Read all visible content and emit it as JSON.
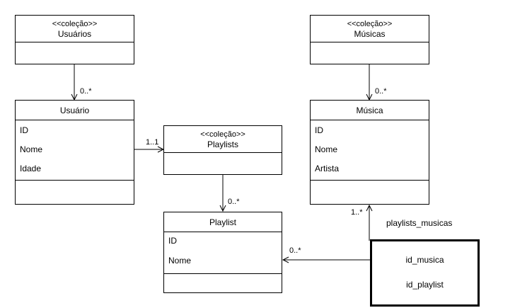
{
  "classes": {
    "usuarios_collection": {
      "stereotype": "<<coleção>>",
      "name": "Usuários"
    },
    "musicas_collection": {
      "stereotype": "<<coleção>>",
      "name": "Músicas"
    },
    "usuario": {
      "name": "Usuário",
      "attributes": [
        "ID",
        "Nome",
        "Idade"
      ]
    },
    "playlists_collection": {
      "stereotype": "<<coleção>>",
      "name": "Playlists"
    },
    "musica": {
      "name": "Música",
      "attributes": [
        "ID",
        "Nome",
        "Artista"
      ]
    },
    "playlist": {
      "name": "Playlist",
      "attributes": [
        "ID",
        "Nome"
      ]
    }
  },
  "multiplicities": {
    "usuarios_to_usuario": "0..*",
    "musicas_to_musica": "0..*",
    "usuario_to_playlists": "1..1",
    "playlists_to_playlist": "0..*",
    "join_to_musica": "1..*",
    "join_to_playlist": "0..*"
  },
  "join_table": {
    "name": "playlists_musicas",
    "fields": [
      "id_musica",
      "id_playlist"
    ]
  }
}
